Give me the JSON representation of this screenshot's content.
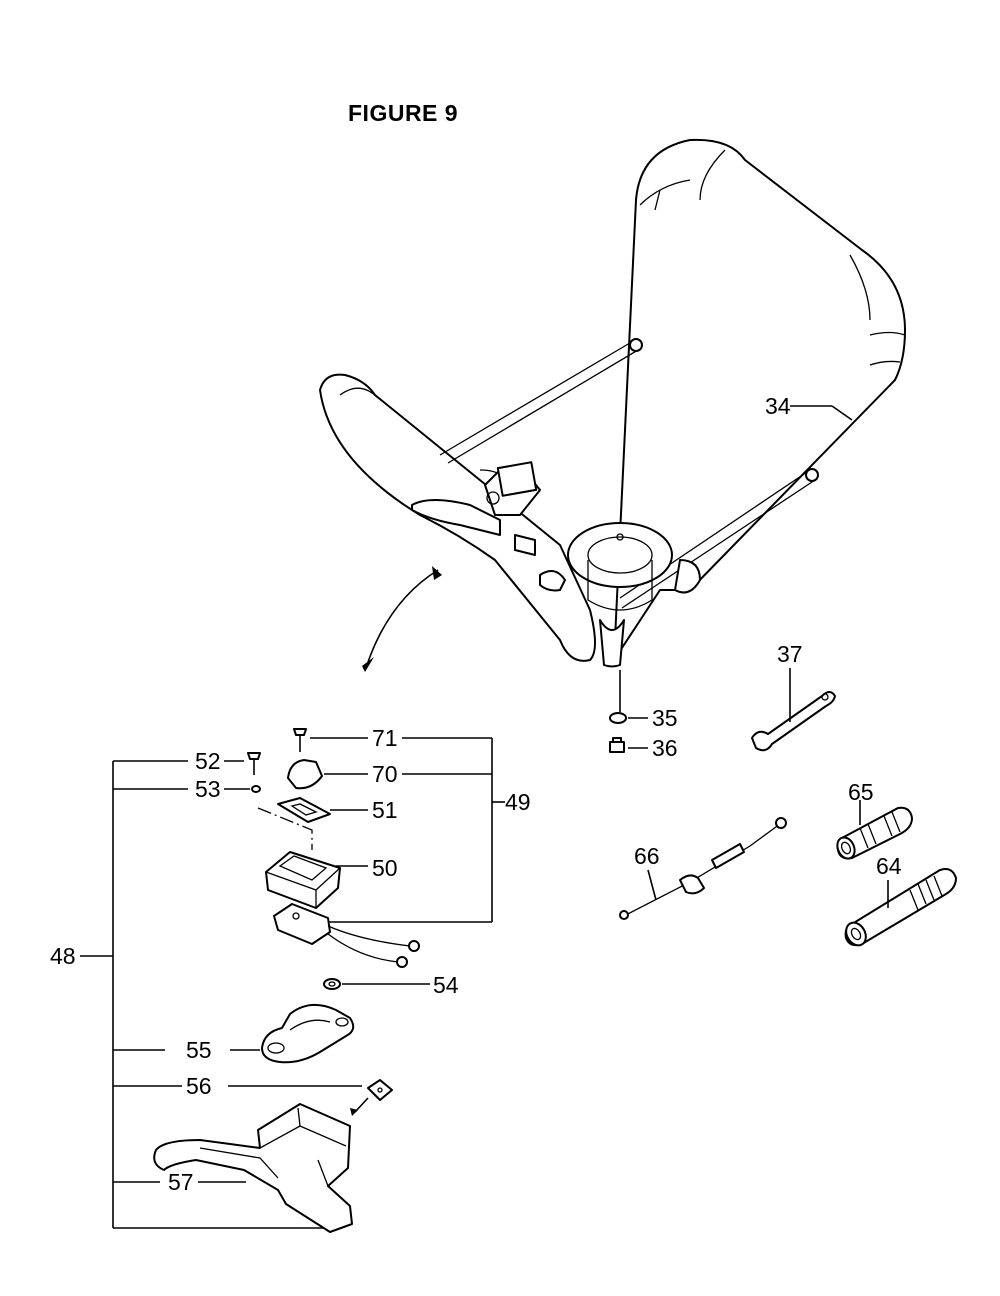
{
  "figure": {
    "title": "FIGURE 9"
  },
  "callouts": {
    "c34": "34",
    "c35": "35",
    "c36": "36",
    "c37": "37",
    "c48": "48",
    "c49": "49",
    "c50": "50",
    "c51": "51",
    "c52": "52",
    "c53": "53",
    "c54": "54",
    "c55": "55",
    "c56": "56",
    "c57": "57",
    "c64": "64",
    "c65": "65",
    "c66": "66",
    "c70": "70",
    "c71": "71"
  }
}
